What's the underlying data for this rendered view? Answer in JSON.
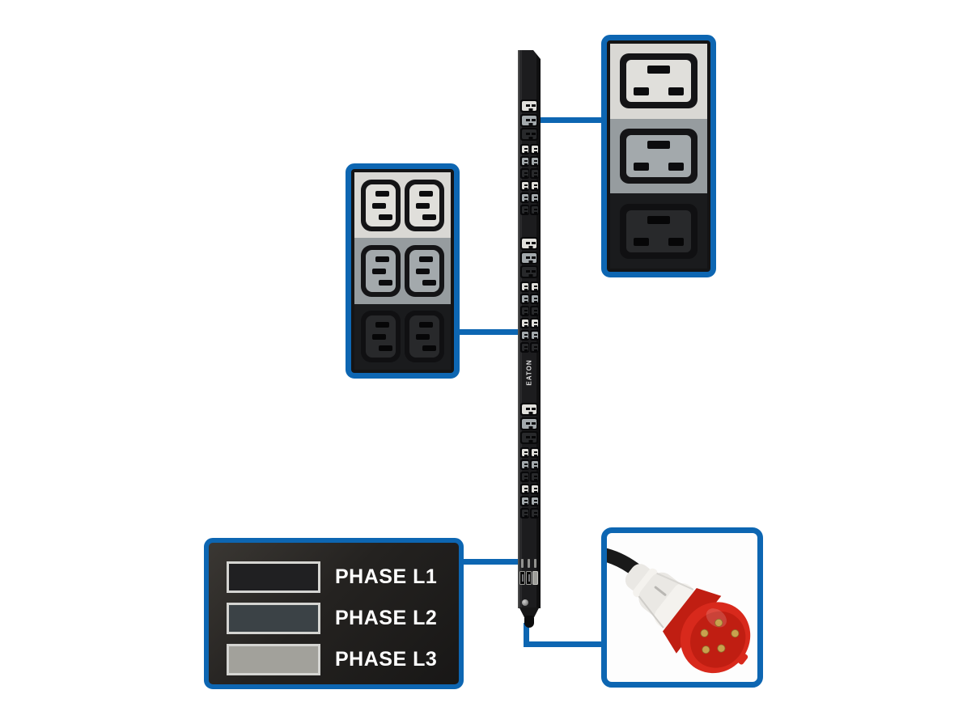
{
  "colors": {
    "accent_blue": "#0d66b2",
    "strip_black": "#1c1c1e",
    "tier_light": "#d9d8d4",
    "tier_gray": "#969c9f",
    "tier_black": "#1a1b1d",
    "face_light": "#e0dfdb",
    "face_gray": "#a3a9ac",
    "face_black": "#28292b",
    "slot_dark": "#0c0c0e",
    "plug_red": "#d8291c",
    "plug_red_dark": "#c01e12",
    "plug_white": "#eae8e4",
    "plug_white_hi": "#f4f2ee",
    "pin_gold": "#c9a14e",
    "cable_black": "#191919"
  },
  "pdu": {
    "brand": "EATON",
    "sections": [
      {
        "singles": [
          "light",
          "gray",
          "black"
        ],
        "pairs": [
          "light",
          "gray",
          "black",
          "light",
          "gray",
          "black"
        ]
      },
      {
        "singles": [
          "light",
          "gray",
          "black"
        ],
        "pairs": [
          "light",
          "gray",
          "black",
          "light",
          "gray",
          "black"
        ]
      },
      {
        "singles": [
          "light",
          "gray",
          "black"
        ],
        "pairs": [
          "light",
          "gray",
          "black",
          "light",
          "gray",
          "black"
        ]
      }
    ],
    "breaker_count": 3
  },
  "callouts": {
    "c19_detail": {
      "tiers": [
        "light",
        "gray",
        "black"
      ]
    },
    "c13_detail": {
      "tiers": [
        "light",
        "gray",
        "black"
      ],
      "per_row": 2
    },
    "phase_legend": {
      "items": [
        {
          "label": "PHASE L1",
          "swatch": "#202022"
        },
        {
          "label": "PHASE L2",
          "swatch": "#3b4246"
        },
        {
          "label": "PHASE L3",
          "swatch": "#a2a19b"
        }
      ]
    }
  }
}
